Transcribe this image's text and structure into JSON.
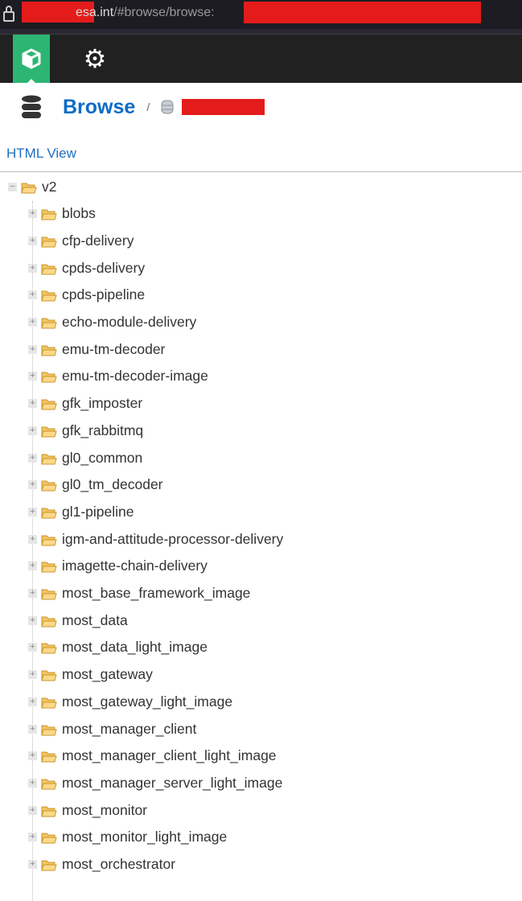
{
  "address_bar": {
    "url_host": "esa.int",
    "url_path": "/#browse/browse:"
  },
  "nav": {
    "home_icon": "cube-icon",
    "settings_icon": "gear-icon"
  },
  "breadcrumb": {
    "title": "Browse",
    "separator": "/"
  },
  "html_view_link": "HTML View",
  "tree": {
    "root": "v2",
    "children": [
      "blobs",
      "cfp-delivery",
      "cpds-delivery",
      "cpds-pipeline",
      "echo-module-delivery",
      "emu-tm-decoder",
      "emu-tm-decoder-image",
      "gfk_imposter",
      "gfk_rabbitmq",
      "gl0_common",
      "gl0_tm_decoder",
      "gl1-pipeline",
      "igm-and-attitude-processor-delivery",
      "imagette-chain-delivery",
      "most_base_framework_image",
      "most_data",
      "most_data_light_image",
      "most_gateway",
      "most_gateway_light_image",
      "most_manager_client",
      "most_manager_client_light_image",
      "most_manager_server_light_image",
      "most_monitor",
      "most_monitor_light_image",
      "most_orchestrator"
    ]
  },
  "colors": {
    "brand_green": "#2db573",
    "link_blue": "#0d6cc4",
    "redaction": "#e41b1b"
  }
}
